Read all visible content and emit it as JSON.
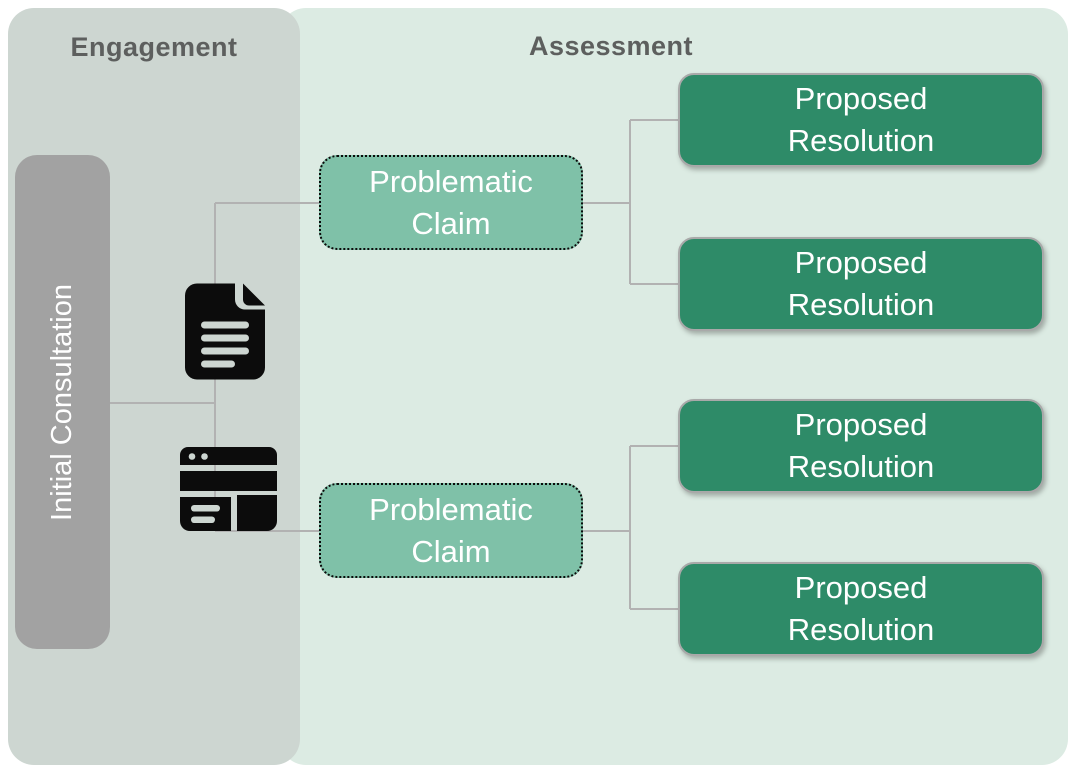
{
  "colors": {
    "canvas_bg": "#ffffff",
    "engagement_bg": "#cdd6d1",
    "assessment_bg": "#dcebe3",
    "consultation_bg": "#a2a2a2",
    "claim_bg": "#7fc1a8",
    "resolution_bg": "#2e8b68",
    "connector": "#b2b2b2",
    "heading_text": "#5d5f5e",
    "box_text": "#ffffff",
    "icon": "#0c0c0c"
  },
  "engagement": {
    "title": "Engagement",
    "consultation_label": "Initial Consultation",
    "icons": [
      {
        "name": "document-icon"
      },
      {
        "name": "browser-window-icon"
      }
    ]
  },
  "assessment": {
    "title": "Assessment",
    "claims": [
      {
        "label": "Problematic Claim"
      },
      {
        "label": "Problematic Claim"
      }
    ],
    "resolutions": [
      {
        "label": "Proposed Resolution"
      },
      {
        "label": "Proposed Resolution"
      },
      {
        "label": "Proposed Resolution"
      },
      {
        "label": "Proposed Resolution"
      }
    ]
  }
}
